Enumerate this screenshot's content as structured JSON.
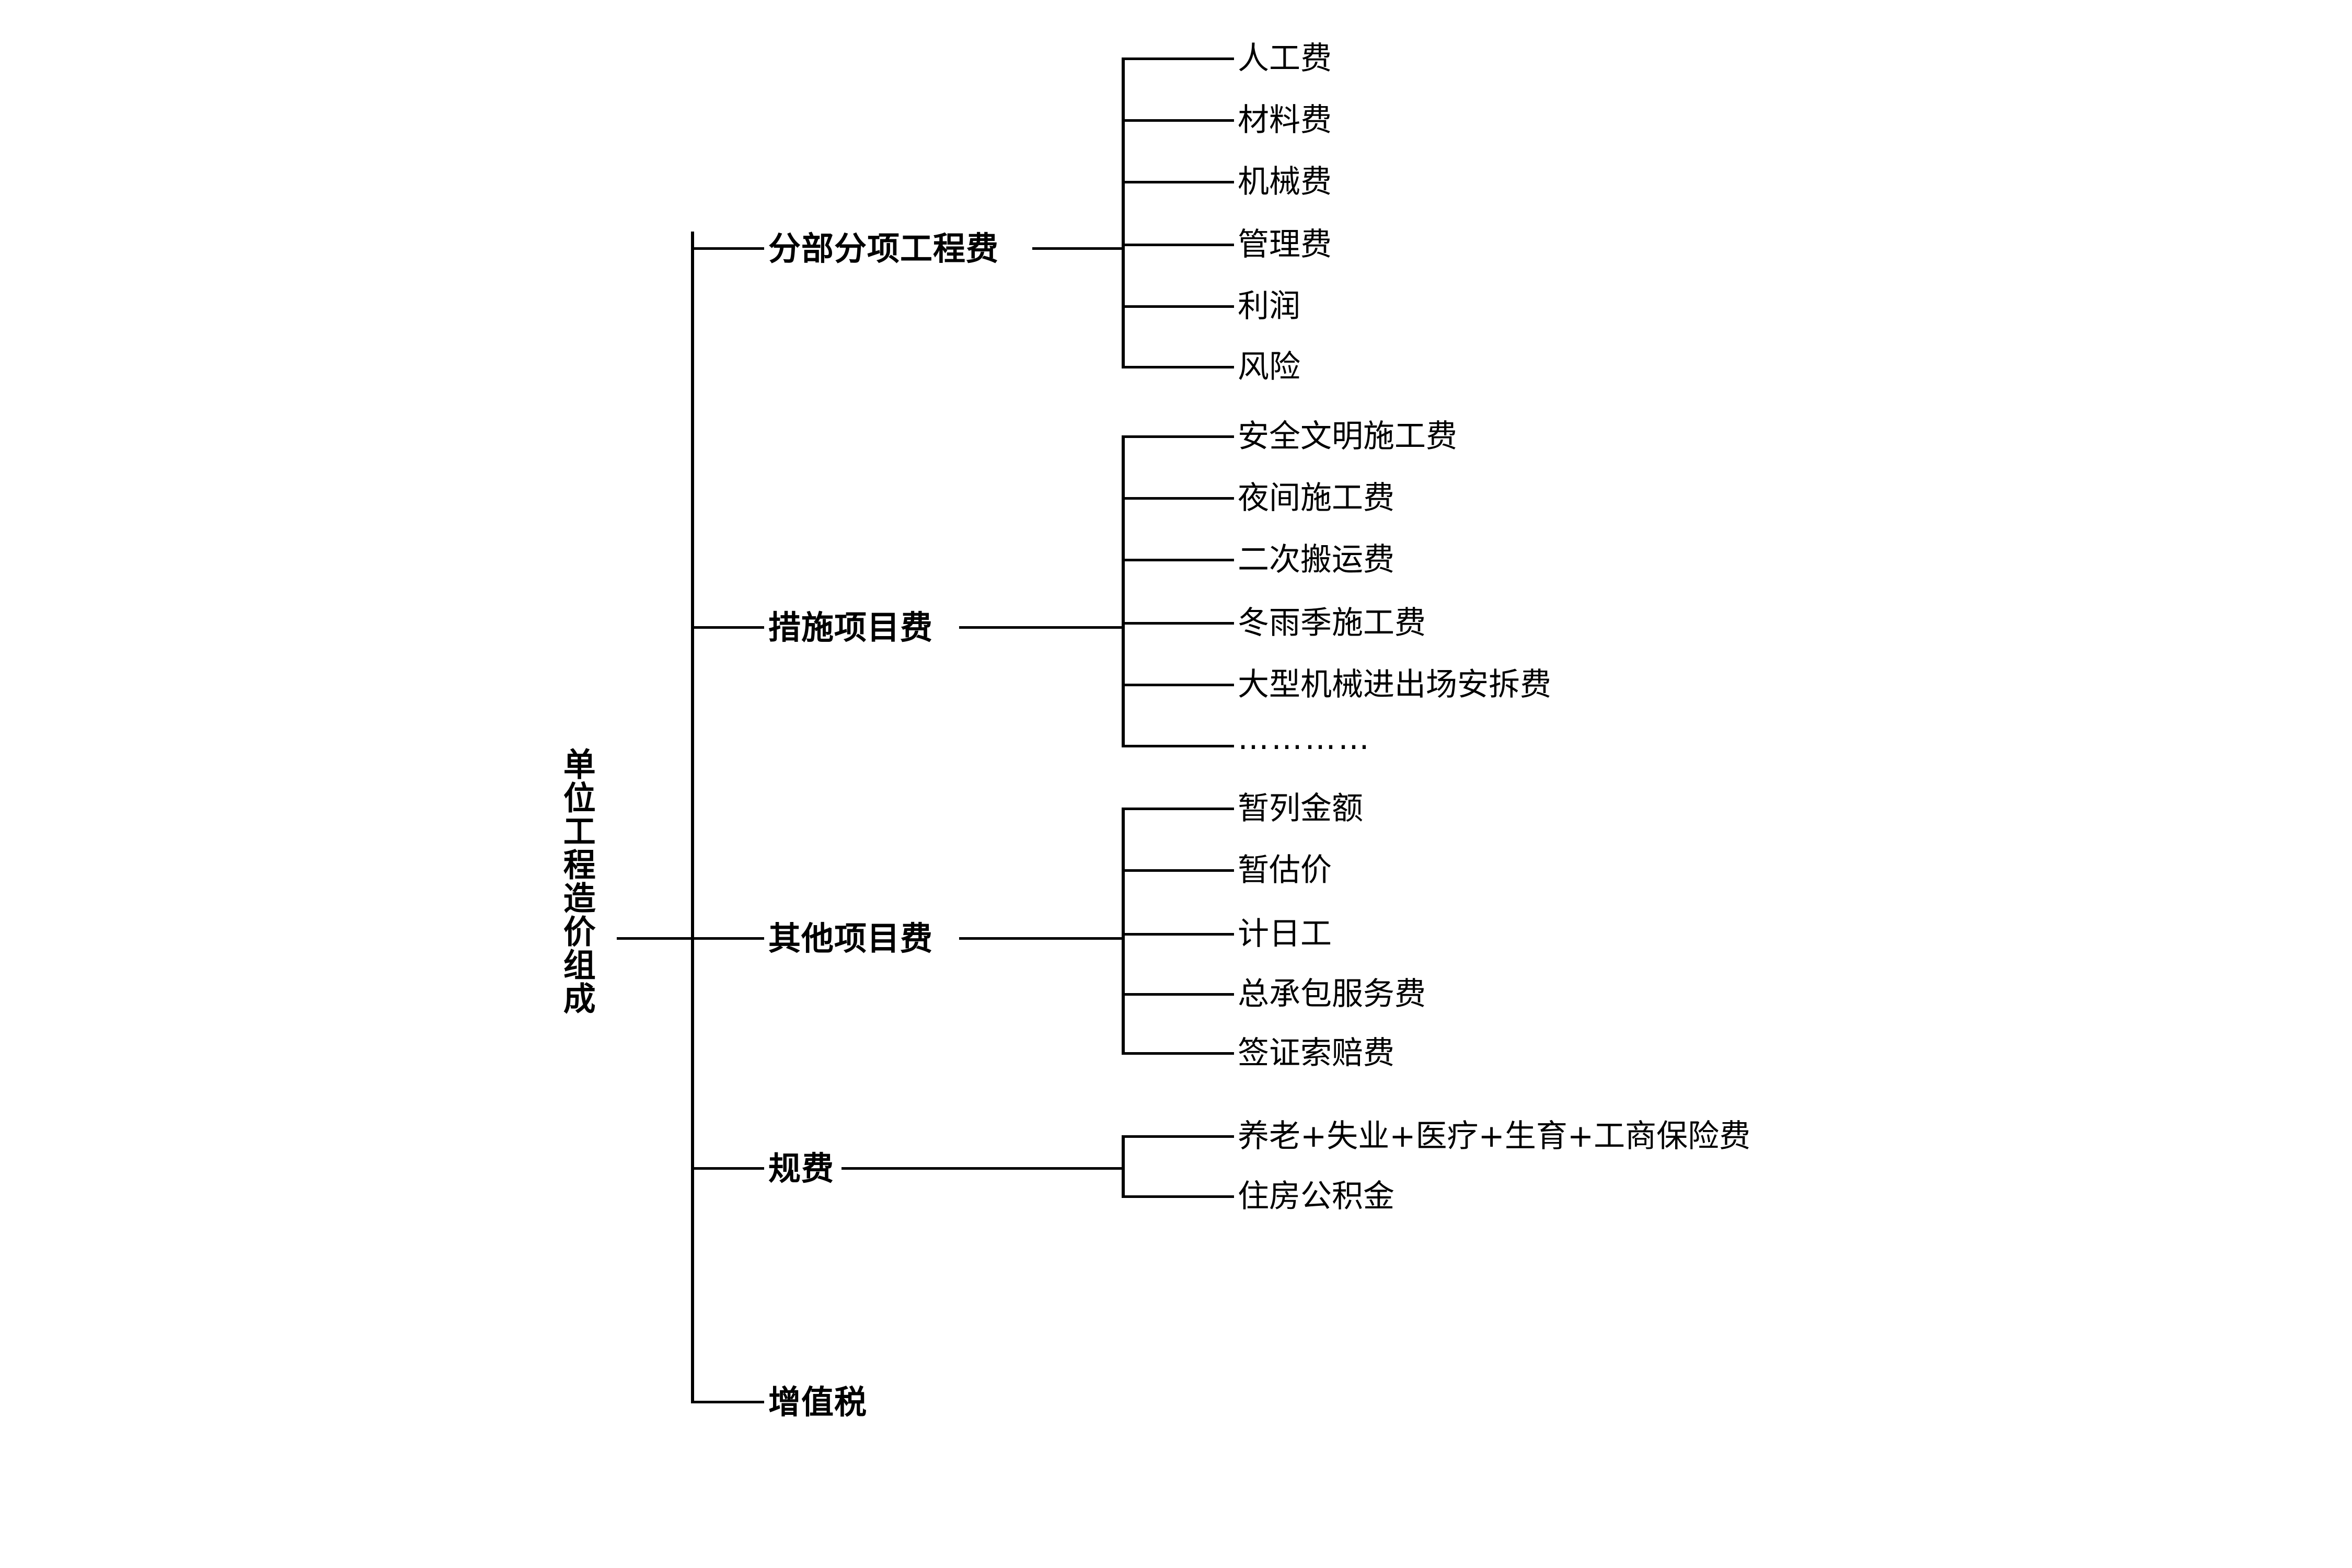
{
  "diagram": {
    "title": "单位工程造价组成",
    "root": {
      "label": "单位工程造价组成"
    },
    "branches": [
      {
        "label": "分部分项工程费",
        "children": [
          {
            "label": "人工费"
          },
          {
            "label": "材料费"
          },
          {
            "label": "机械费"
          },
          {
            "label": "管理费"
          },
          {
            "label": "利润"
          },
          {
            "label": "风险"
          }
        ]
      },
      {
        "label": "措施项目费",
        "children": [
          {
            "label": "安全文明施工费"
          },
          {
            "label": "夜间施工费"
          },
          {
            "label": "二次搬运费"
          },
          {
            "label": "冬雨季施工费"
          },
          {
            "label": "大型机械进出场安拆费"
          },
          {
            "label": "…………"
          }
        ]
      },
      {
        "label": "其他项目费",
        "children": [
          {
            "label": "暂列金额"
          },
          {
            "label": "暂估价"
          },
          {
            "label": "计日工"
          },
          {
            "label": "总承包服务费"
          },
          {
            "label": "签证索赔费"
          }
        ]
      },
      {
        "label": "规费",
        "children": [
          {
            "label": "养老+失业+医疗+生育+工商保险费"
          },
          {
            "label": "住房公积金"
          }
        ]
      },
      {
        "label": "增值税",
        "children": []
      }
    ]
  },
  "style": {
    "line_color": "#000000",
    "text_color": "#000000",
    "background": "#ffffff"
  }
}
